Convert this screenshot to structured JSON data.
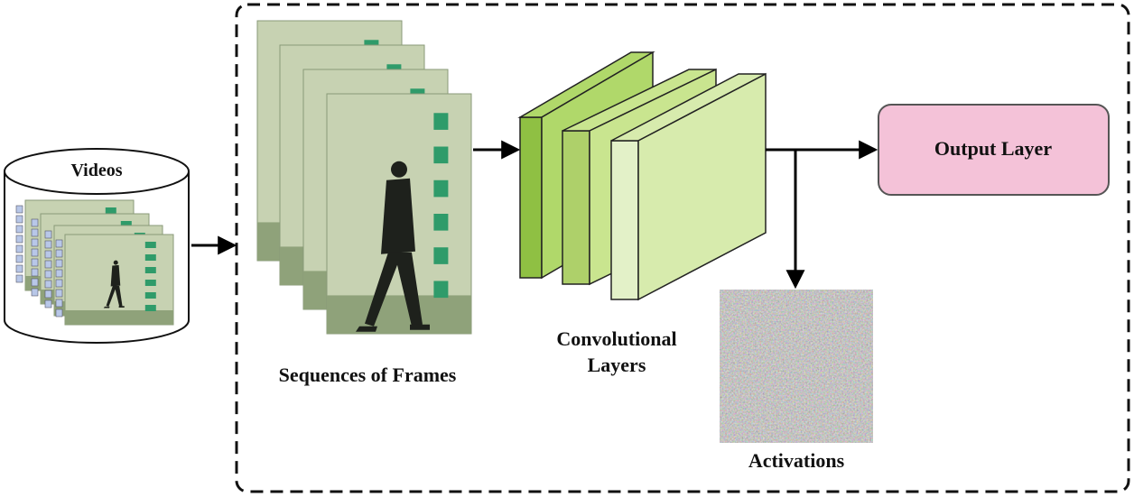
{
  "labels": {
    "videos": "Videos",
    "sequences": "Sequences of Frames",
    "conv_line1": "Convolutional",
    "conv_line2": "Layers",
    "output": "Output Layer",
    "activations": "Activations"
  },
  "colors": {
    "frame_bg": "#b9c6a3",
    "frame_wall": "#c7d2b2",
    "floor": "#8fa27a",
    "marker": "#2f9b6a",
    "person": "#1e211c",
    "conv1_front": "#b0d86a",
    "conv1_side": "#8fc043",
    "conv2_front": "#c9e58f",
    "conv2_side": "#aed06a",
    "conv3_front": "#d7ebad",
    "conv3_side": "#e3f1c8",
    "output_fill": "#f4c2d8",
    "output_stroke": "#555555"
  }
}
